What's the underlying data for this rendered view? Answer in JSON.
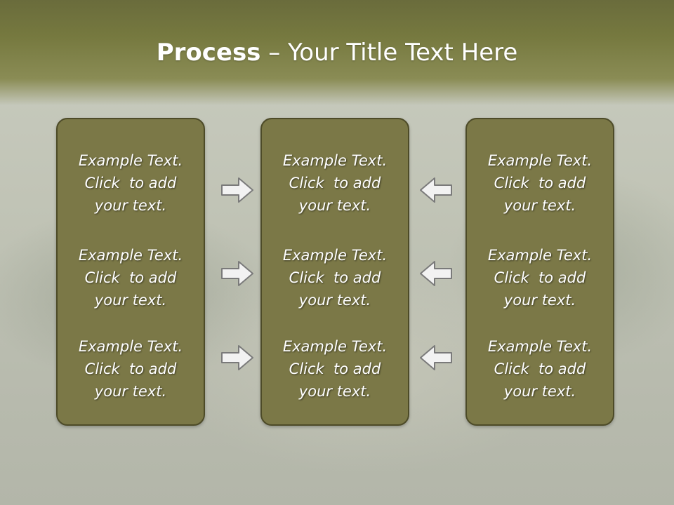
{
  "title": {
    "bold": "Process",
    "rest": " – Your Title Text Here"
  },
  "colors": {
    "panel_fill": "#7b7847",
    "panel_border": "#4d4b28",
    "title_band": "#76793f",
    "arrow_fill": "#f2f2f2",
    "arrow_stroke": "#7a7a7a"
  },
  "columns": [
    {
      "items": [
        {
          "lines": [
            "Example Text.",
            "Click  to add",
            "your text."
          ]
        },
        {
          "lines": [
            "Example Text.",
            "Click  to add",
            "your text."
          ]
        },
        {
          "lines": [
            "Example Text.",
            "Click  to add",
            "your text."
          ]
        }
      ]
    },
    {
      "items": [
        {
          "lines": [
            "Example Text.",
            "Click  to add",
            "your text."
          ]
        },
        {
          "lines": [
            "Example Text.",
            "Click  to add",
            "your text."
          ]
        },
        {
          "lines": [
            "Example Text.",
            "Click  to add",
            "your text."
          ]
        }
      ]
    },
    {
      "items": [
        {
          "lines": [
            "Example Text.",
            "Click  to add",
            "your text."
          ]
        },
        {
          "lines": [
            "Example Text.",
            "Click  to add",
            "your text."
          ]
        },
        {
          "lines": [
            "Example Text.",
            "Click  to add",
            "your text."
          ]
        }
      ]
    }
  ],
  "arrows": {
    "left_group": {
      "direction": "right",
      "icon": "right-arrow-icon"
    },
    "right_group": {
      "direction": "left",
      "icon": "left-arrow-icon"
    }
  }
}
